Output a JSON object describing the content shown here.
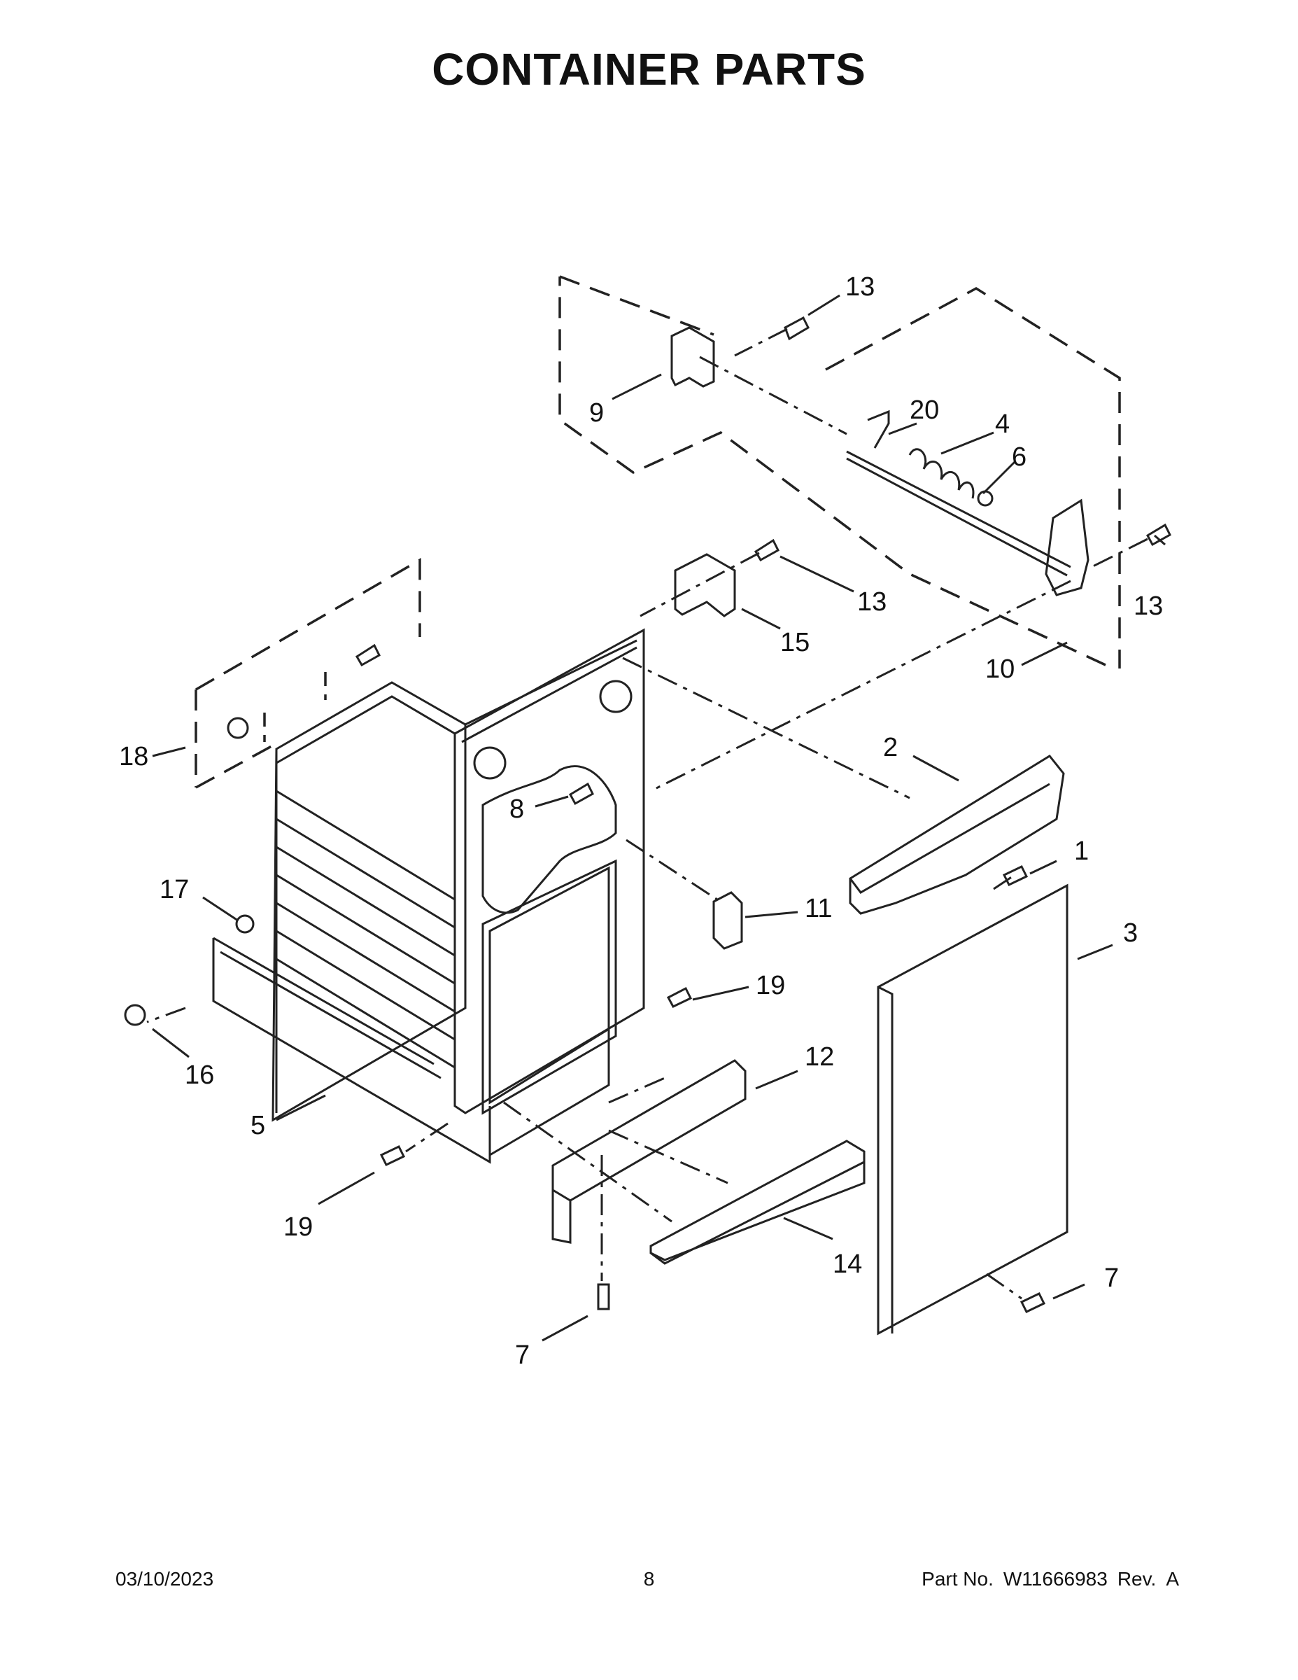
{
  "title": "CONTAINER PARTS",
  "callouts": [
    "13",
    "9",
    "20",
    "4",
    "6",
    "13",
    "13",
    "15",
    "10",
    "18",
    "2",
    "8",
    "1",
    "17",
    "11",
    "3",
    "19",
    "12",
    "16",
    "5",
    "19",
    "14",
    "7",
    "7"
  ],
  "footer": {
    "date": "03/10/2023",
    "page": "8",
    "part_label": "Part No.",
    "part_number": "W11666983",
    "rev_label": "Rev.",
    "rev": "A"
  }
}
